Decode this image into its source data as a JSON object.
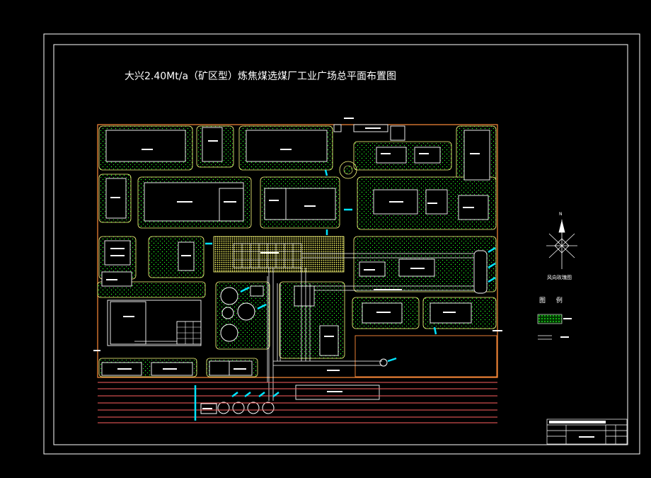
{
  "title": "大兴2.40Mt/a（矿区型）炼焦煤选煤厂工业广场总平面布置图",
  "north_mark": "N",
  "wind_rose_label": "风向玫瑰图",
  "legend_title": "图  例",
  "colors": {
    "background": "#000000",
    "frame": "#ffffff",
    "site_boundary": "#ff8c3a",
    "road_edge": "#ffff80",
    "green_dots": "#22ff22",
    "buildings": "#ffffff",
    "rail_tracks": "#ff6060",
    "water_markers": "#00e5ff",
    "coal_yard_hatch": "#ffff66"
  }
}
